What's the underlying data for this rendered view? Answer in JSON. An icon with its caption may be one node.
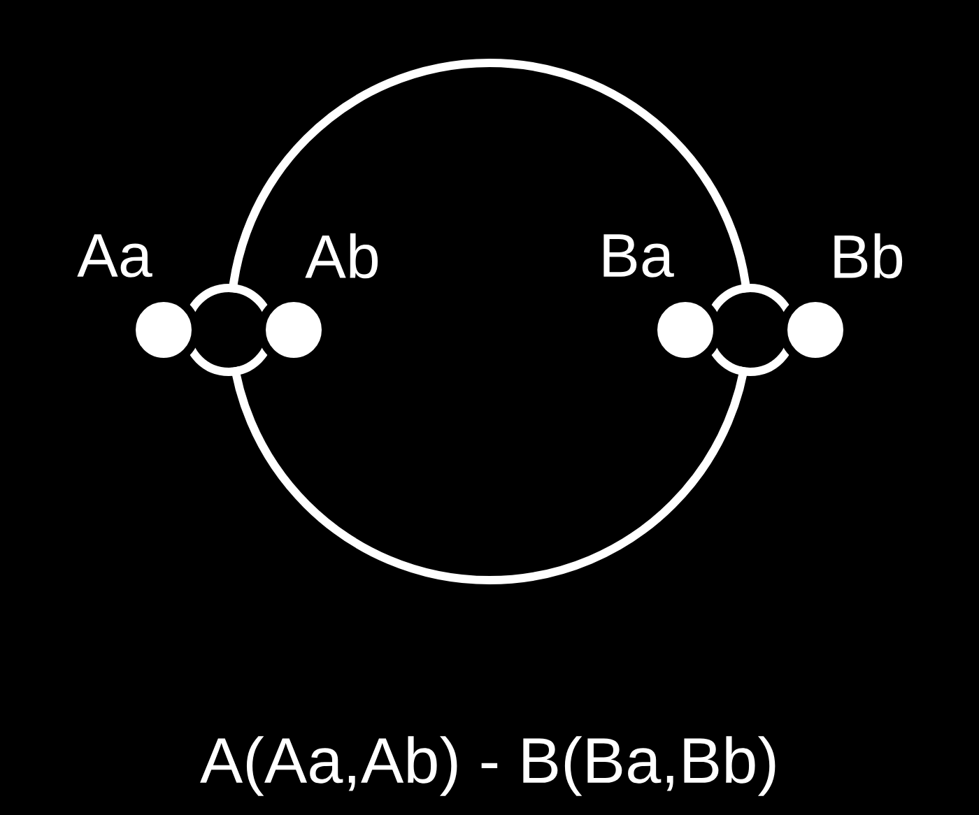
{
  "diagram": {
    "caption": "A(Aa,Ab) - B(Ba,Bb)",
    "nodes": [
      {
        "text": [],
        "shape": "circle",
        "beside": [
          "Aa"
        ]
      },
      {
        "text": [],
        "shape": "circle",
        "beside": [
          "Ab"
        ]
      },
      {
        "text": [],
        "shape": "circle",
        "beside": [
          "Ba"
        ]
      },
      {
        "text": [],
        "shape": "circle",
        "beside": [
          "Bb"
        ]
      }
    ]
  }
}
